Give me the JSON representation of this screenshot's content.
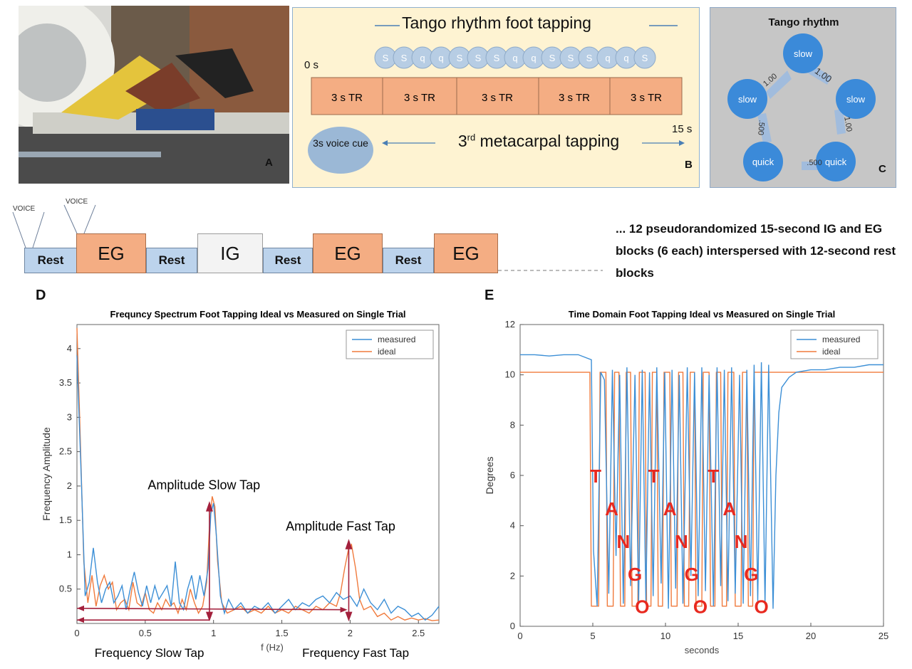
{
  "panel_a": {
    "letter": "A"
  },
  "panel_b": {
    "letter": "B",
    "title": "Tango rhythm foot tapping",
    "rhythm_notes": [
      "S",
      "S",
      "q",
      "q",
      "S",
      "S",
      "S",
      "q",
      "q",
      "S",
      "S",
      "S",
      "q",
      "q",
      "S"
    ],
    "start_label": "0 s",
    "end_label": "15 s",
    "tr_blocks": [
      "3 s TR",
      "3 s TR",
      "3 s TR",
      "3 s TR",
      "3 s TR"
    ],
    "voice_cue": "3s voice cue",
    "metacarpal_label_pre": "3",
    "metacarpal_label_sup": "rd",
    "metacarpal_label_post": " metacarpal tapping"
  },
  "panel_c": {
    "letter": "C",
    "title": "Tango rhythm",
    "nodes": [
      "slow",
      "slow",
      "slow",
      "quick",
      "quick"
    ],
    "edge_labels": [
      "1.00",
      "1.00",
      "1.00",
      ".500",
      ".500"
    ]
  },
  "timeline": {
    "voice_labels": [
      "VOICE",
      "VOICE"
    ],
    "blocks": [
      "Rest",
      "EG",
      "Rest",
      "IG",
      "Rest",
      "EG",
      "Rest",
      "EG"
    ],
    "description": "... 12 pseudorandomized 15-second IG and EG blocks (6 each) interspersed with 12-second rest blocks"
  },
  "chart_data": [
    {
      "type": "line",
      "panel_letter": "D",
      "title": "Frequncy Spectrum Foot Tapping Ideal vs Measured on Single Trial",
      "xlabel": "f (Hz)",
      "ylabel": "Frequency Amplitude",
      "xlim": [
        0,
        2.65
      ],
      "ylim": [
        0,
        4.35
      ],
      "xticks": [
        "0",
        "0.5",
        "1",
        "1.5",
        "2",
        "2.5"
      ],
      "yticks": [
        "0.5",
        "1",
        "1.5",
        "2",
        "2.5",
        "3",
        "3.5",
        "4"
      ],
      "legend": [
        "measured",
        "ideal"
      ],
      "legend_position": "top-right",
      "series_colors": [
        "#3c8fd6",
        "#f07a3c"
      ],
      "annotations": {
        "amp_slow": "Amplitude Slow Tap",
        "amp_fast": "Amplitude Fast Tap",
        "freq_slow": "Frequency Slow Tap",
        "freq_fast": "Frequency Fast Tap"
      },
      "series": [
        {
          "name": "measured",
          "x": [
            0,
            0.03,
            0.06,
            0.09,
            0.12,
            0.15,
            0.18,
            0.21,
            0.24,
            0.27,
            0.3,
            0.33,
            0.36,
            0.39,
            0.42,
            0.45,
            0.48,
            0.51,
            0.54,
            0.57,
            0.6,
            0.63,
            0.66,
            0.69,
            0.72,
            0.75,
            0.78,
            0.81,
            0.84,
            0.87,
            0.9,
            0.93,
            0.96,
            0.98,
            1.0,
            1.02,
            1.05,
            1.08,
            1.11,
            1.15,
            1.2,
            1.25,
            1.3,
            1.35,
            1.4,
            1.45,
            1.5,
            1.55,
            1.6,
            1.65,
            1.7,
            1.75,
            1.8,
            1.85,
            1.9,
            1.95,
            2.0,
            2.05,
            2.1,
            2.15,
            2.2,
            2.25,
            2.3,
            2.35,
            2.4,
            2.45,
            2.5,
            2.55,
            2.6,
            2.65
          ],
          "y": [
            3.9,
            2.2,
            0.4,
            0.6,
            1.1,
            0.6,
            0.3,
            0.5,
            0.6,
            0.3,
            0.4,
            0.55,
            0.2,
            0.5,
            0.75,
            0.45,
            0.25,
            0.55,
            0.3,
            0.55,
            0.35,
            0.45,
            0.55,
            0.25,
            0.9,
            0.3,
            0.2,
            0.5,
            0.7,
            0.35,
            0.7,
            0.4,
            0.8,
            1.6,
            1.75,
            1.3,
            0.4,
            0.15,
            0.35,
            0.2,
            0.3,
            0.15,
            0.25,
            0.2,
            0.3,
            0.15,
            0.25,
            0.35,
            0.2,
            0.3,
            0.25,
            0.35,
            0.4,
            0.3,
            0.45,
            0.35,
            0.4,
            0.25,
            0.5,
            0.3,
            0.2,
            0.35,
            0.15,
            0.25,
            0.2,
            0.1,
            0.15,
            0.05,
            0.12,
            0.25
          ]
        },
        {
          "name": "ideal",
          "x": [
            0,
            0.02,
            0.05,
            0.08,
            0.11,
            0.14,
            0.17,
            0.2,
            0.23,
            0.26,
            0.29,
            0.32,
            0.35,
            0.38,
            0.41,
            0.44,
            0.47,
            0.5,
            0.53,
            0.56,
            0.59,
            0.62,
            0.65,
            0.68,
            0.71,
            0.74,
            0.77,
            0.8,
            0.83,
            0.86,
            0.89,
            0.92,
            0.95,
            0.97,
            0.99,
            1.01,
            1.03,
            1.06,
            1.1,
            1.15,
            1.2,
            1.25,
            1.3,
            1.35,
            1.4,
            1.45,
            1.5,
            1.55,
            1.6,
            1.65,
            1.7,
            1.75,
            1.8,
            1.85,
            1.9,
            1.93,
            1.96,
            1.99,
            2.01,
            2.04,
            2.07,
            2.1,
            2.15,
            2.2,
            2.25,
            2.3,
            2.35,
            2.4,
            2.45,
            2.5,
            2.55,
            2.6,
            2.65
          ],
          "y": [
            4.3,
            3.0,
            0.9,
            0.3,
            0.7,
            0.25,
            0.55,
            0.7,
            0.5,
            0.6,
            0.2,
            0.3,
            0.35,
            0.2,
            0.6,
            0.3,
            0.25,
            0.45,
            0.2,
            0.15,
            0.3,
            0.2,
            0.35,
            0.25,
            0.3,
            0.15,
            0.35,
            0.2,
            0.5,
            0.3,
            0.15,
            0.25,
            0.6,
            1.4,
            1.85,
            1.7,
            0.9,
            0.3,
            0.15,
            0.2,
            0.25,
            0.15,
            0.2,
            0.15,
            0.25,
            0.15,
            0.2,
            0.15,
            0.25,
            0.2,
            0.15,
            0.25,
            0.2,
            0.3,
            0.25,
            0.45,
            0.8,
            1.1,
            1.15,
            0.8,
            0.35,
            0.2,
            0.25,
            0.1,
            0.15,
            0.05,
            0.1,
            0.05,
            0.08,
            0.05,
            0.07,
            0.04,
            0.05
          ]
        }
      ]
    },
    {
      "type": "line",
      "panel_letter": "E",
      "title": "Time Domain Foot Tapping Ideal vs Measured on Single Trial",
      "xlabel": "seconds",
      "ylabel": "Degrees",
      "xlim": [
        0,
        25
      ],
      "ylim": [
        0,
        12
      ],
      "xticks": [
        "0",
        "5",
        "10",
        "15",
        "20",
        "25"
      ],
      "yticks": [
        "0",
        "2",
        "4",
        "6",
        "8",
        "10",
        "12"
      ],
      "legend": [
        "measured",
        "ideal"
      ],
      "legend_position": "top-right",
      "series_colors": [
        "#3c8fd6",
        "#f07a3c"
      ],
      "tango_letters": [
        "T",
        "A",
        "N",
        "G",
        "O",
        "T",
        "A",
        "N",
        "G",
        "O",
        "T",
        "A",
        "N",
        "G",
        "O"
      ],
      "series": [
        {
          "name": "measured",
          "x": [
            0,
            1,
            2,
            3,
            4,
            4.9,
            5.05,
            5.3,
            5.55,
            5.8,
            6.1,
            6.35,
            6.6,
            6.85,
            7.1,
            7.35,
            7.6,
            7.9,
            8.15,
            8.4,
            8.65,
            8.9,
            9.15,
            9.4,
            9.7,
            9.95,
            10.2,
            10.45,
            10.7,
            10.95,
            11.2,
            11.5,
            11.75,
            12.0,
            12.25,
            12.5,
            12.75,
            13.0,
            13.3,
            13.55,
            13.8,
            14.05,
            14.3,
            14.55,
            14.8,
            15.1,
            15.35,
            15.6,
            15.85,
            16.1,
            16.35,
            16.6,
            16.85,
            17.1,
            17.4,
            17.6,
            17.8,
            18.0,
            18.5,
            19,
            20,
            21,
            22,
            23,
            24,
            25
          ],
          "y": [
            10.8,
            10.8,
            10.75,
            10.8,
            10.8,
            10.6,
            3.0,
            0.8,
            10.1,
            9.8,
            1.3,
            10.2,
            2.8,
            10.0,
            0.9,
            10.3,
            1.6,
            10.0,
            0.9,
            10.2,
            1.0,
            10.1,
            1.2,
            10.3,
            1.7,
            10.1,
            0.7,
            10.2,
            1.5,
            10.0,
            0.9,
            10.3,
            2.0,
            10.1,
            1.2,
            10.3,
            1.4,
            10.0,
            0.8,
            10.3,
            1.6,
            10.2,
            1.0,
            10.3,
            1.3,
            10.0,
            0.9,
            10.2,
            1.2,
            10.4,
            1.0,
            10.5,
            0.9,
            10.4,
            0.7,
            6.0,
            8.5,
            9.5,
            9.9,
            10.1,
            10.2,
            10.2,
            10.3,
            10.3,
            10.4,
            10.4
          ]
        },
        {
          "name": "ideal",
          "x": [
            0,
            4.8,
            4.9,
            5.4,
            5.5,
            5.9,
            6.0,
            6.4,
            6.5,
            6.8,
            6.9,
            7.2,
            7.3,
            7.6,
            7.7,
            8.1,
            8.2,
            8.6,
            8.7,
            9.0,
            9.1,
            9.4,
            9.5,
            9.8,
            9.9,
            10.3,
            10.4,
            10.8,
            10.9,
            11.2,
            11.3,
            11.6,
            11.7,
            12.0,
            12.1,
            12.5,
            12.6,
            13.0,
            13.1,
            13.4,
            13.5,
            13.8,
            13.9,
            14.2,
            14.3,
            14.7,
            14.8,
            15.2,
            15.3,
            15.6,
            15.7,
            16.0,
            16.1,
            16.5,
            16.6,
            25
          ],
          "y": [
            10.1,
            10.1,
            0.8,
            0.8,
            10.1,
            10.1,
            0.8,
            0.8,
            10.1,
            10.1,
            0.8,
            0.8,
            10.1,
            10.1,
            0.8,
            0.8,
            10.1,
            10.1,
            0.8,
            0.8,
            10.1,
            10.1,
            0.8,
            0.8,
            10.1,
            10.1,
            0.8,
            0.8,
            10.1,
            10.1,
            0.8,
            0.8,
            10.1,
            10.1,
            0.8,
            0.8,
            10.1,
            10.1,
            0.8,
            0.8,
            10.1,
            10.1,
            0.8,
            0.8,
            10.1,
            10.1,
            0.8,
            0.8,
            10.1,
            10.1,
            0.8,
            0.8,
            10.1,
            10.1,
            10.1,
            10.1
          ]
        }
      ]
    }
  ]
}
